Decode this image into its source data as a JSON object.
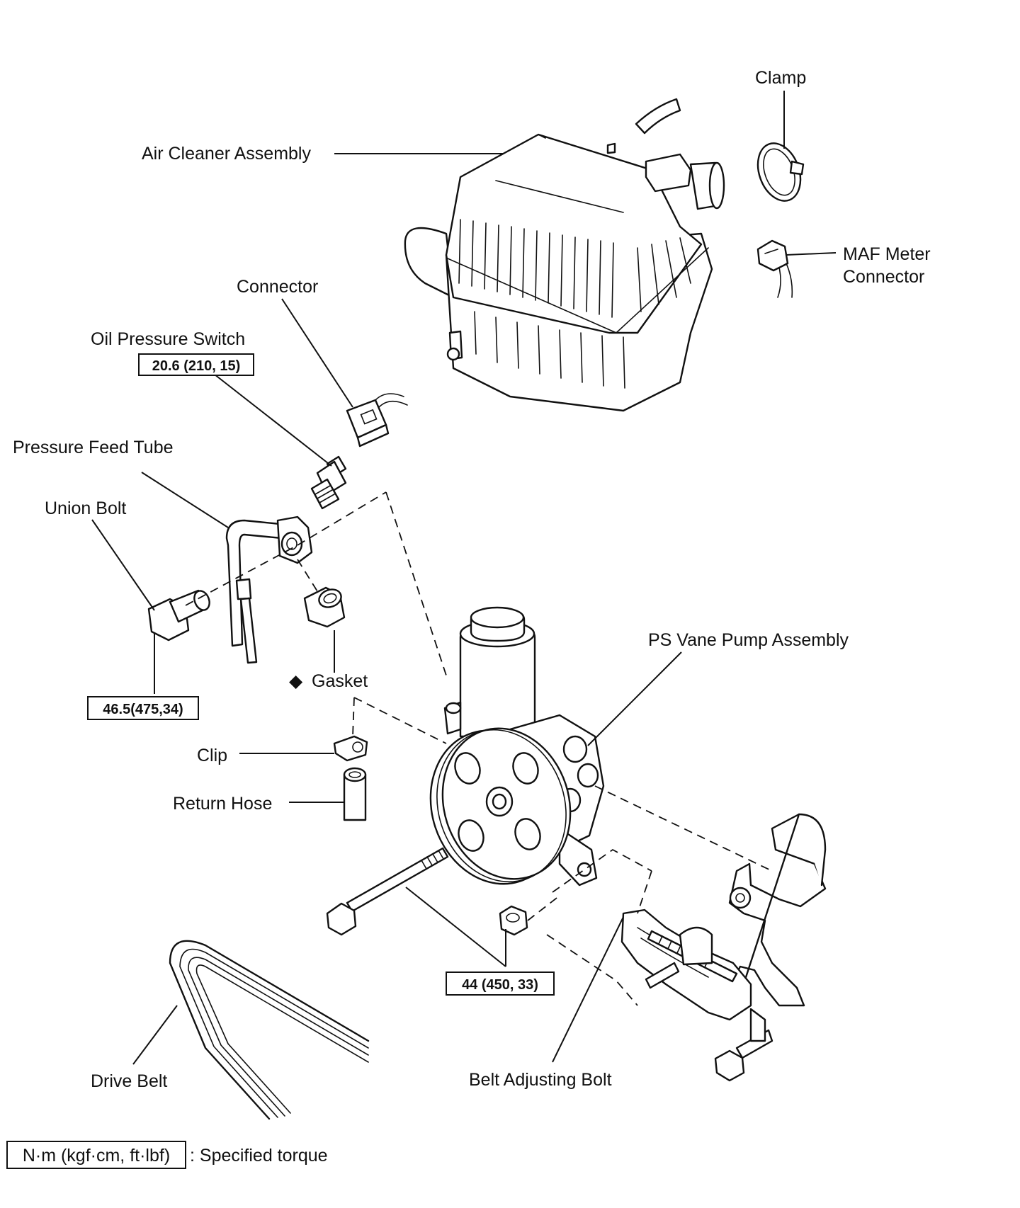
{
  "labels": {
    "clamp": "Clamp",
    "air_cleaner_assembly": "Air Cleaner Assembly",
    "maf_meter_connector_line1": "MAF Meter",
    "maf_meter_connector_line2": "Connector",
    "connector": "Connector",
    "oil_pressure_switch": "Oil Pressure Switch",
    "pressure_feed_tube": "Pressure Feed Tube",
    "union_bolt": "Union Bolt",
    "gasket": "Gasket",
    "gasket_marker": "◆",
    "ps_vane_pump_assembly": "PS Vane Pump Assembly",
    "clip": "Clip",
    "return_hose": "Return Hose",
    "drive_belt": "Drive Belt",
    "belt_adjusting_bolt": "Belt Adjusting Bolt"
  },
  "torques": {
    "oil_pressure_switch": "20.6 (210, 15)",
    "union_bolt": "46.5(475,34)",
    "pump_bolts": "44 (450, 33)"
  },
  "legend": {
    "unit_box": "N·m (kgf·cm, ft·lbf)",
    "description": ": Specified torque"
  }
}
